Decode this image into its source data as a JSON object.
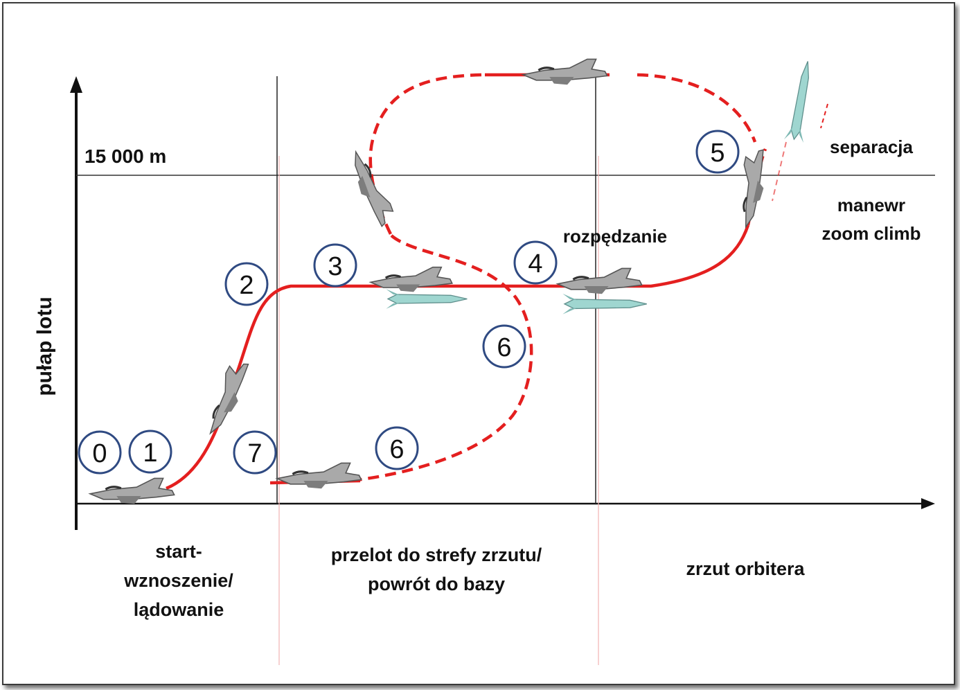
{
  "axis": {
    "y_label": "pułap lotu",
    "altitude_label": "15 000 m"
  },
  "phases": {
    "phase1": [
      "start-",
      "wznoszenie/",
      "lądowanie"
    ],
    "phase2": [
      "przelot do strefy zrzutu/",
      "powrót do bazy"
    ],
    "phase3": "zrzut orbitera"
  },
  "annotations": {
    "separation": "separacja",
    "zoom_climb": [
      "manewr",
      "zoom climb"
    ],
    "acceleration": "rozpędzanie"
  },
  "steps": [
    "0",
    "1",
    "2",
    "3",
    "4",
    "5",
    "6",
    "6",
    "7"
  ],
  "colors": {
    "path": "#e41f1f",
    "circle_stroke": "#2f4a82",
    "axis": "#111111",
    "aircraft": "#9a9a9a",
    "orbiter": "#8ccfc8"
  },
  "icons": [
    "aircraft-icon",
    "orbiter-icon"
  ]
}
